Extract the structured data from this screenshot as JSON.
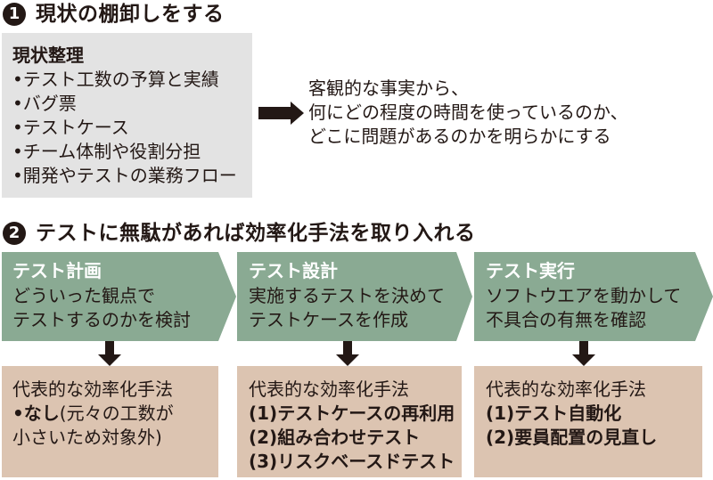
{
  "colors": {
    "text": "#231815",
    "gray_box": "#e3e3e3",
    "step_green": "#8aaa93",
    "method_tan": "#dcc4b1",
    "step_title": "#ffffff"
  },
  "section1": {
    "number": "1",
    "title": "現状の棚卸しをする",
    "box": {
      "heading": "現状整理",
      "items": [
        "•テスト工数の予算と実績",
        "•バグ票",
        "•テストケース",
        "•チーム体制や役割分担",
        "•開発やテストの業務フロー"
      ]
    },
    "arrow_icon": "arrow-right-icon",
    "result_lines": [
      "客観的な事実から、",
      "何にどの程度の時間を使っているのか、",
      "どこに問題があるのかを明らかにする"
    ]
  },
  "section2": {
    "number": "2",
    "title": "テストに無駄があれば効率化手法を取り入れる",
    "steps": [
      {
        "title": "テスト計画",
        "lines": [
          "どういった観点で",
          "テストするのかを検討"
        ],
        "methods_heading": "代表的な効率化手法",
        "methods": [
          {
            "bold": "•なし",
            "rest": "(元々の工数が"
          },
          {
            "bold": "",
            "rest": " 小さいため対象外)"
          }
        ]
      },
      {
        "title": "テスト設計",
        "lines": [
          "実施するテストを決めて",
          "テストケースを作成"
        ],
        "methods_heading": "代表的な効率化手法",
        "methods": [
          {
            "bold": "(1)テストケースの再利用",
            "rest": ""
          },
          {
            "bold": "(2)組み合わせテスト",
            "rest": ""
          },
          {
            "bold": "(3)リスクベースドテスト",
            "rest": ""
          }
        ]
      },
      {
        "title": "テスト実行",
        "lines": [
          "ソフトウエアを動かして",
          "不具合の有無を確認"
        ],
        "methods_heading": "代表的な効率化手法",
        "methods": [
          {
            "bold": "(1)テスト自動化",
            "rest": ""
          },
          {
            "bold": "(2)要員配置の見直し",
            "rest": ""
          }
        ]
      }
    ]
  }
}
